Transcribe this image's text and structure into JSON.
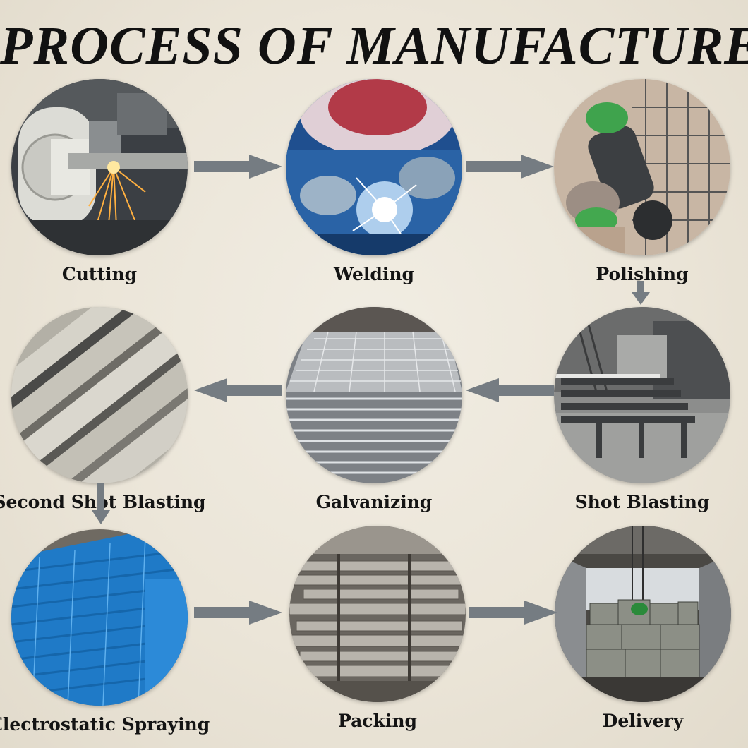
{
  "title": "PROCESS OF MANUFACTURE",
  "steps": [
    {
      "label": "Cutting"
    },
    {
      "label": "Welding"
    },
    {
      "label": "Polishing"
    },
    {
      "label": "Shot Blasting"
    },
    {
      "label": "Galvanizing"
    },
    {
      "label": "Second Shot Blasting"
    },
    {
      "label": "Electrostatic Spraying"
    },
    {
      "label": "Packing"
    },
    {
      "label": "Delivery"
    }
  ],
  "colors": {
    "arrow": "#757c82",
    "title": "#111111",
    "background": "#ebe5d8"
  }
}
